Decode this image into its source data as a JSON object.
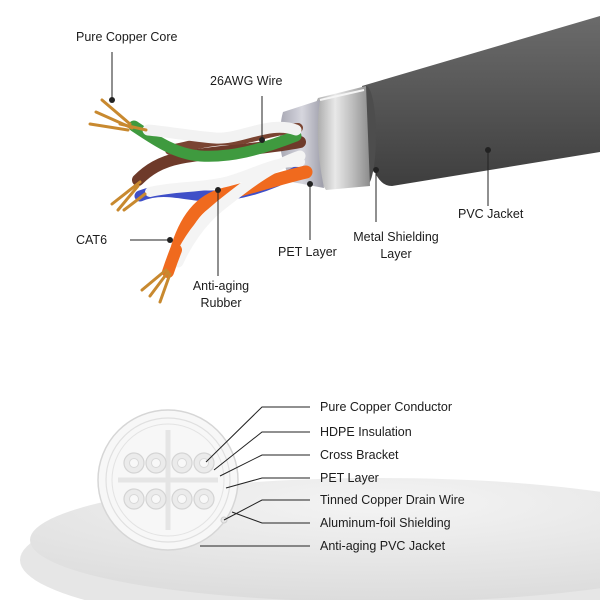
{
  "top_labels": {
    "pure_copper_core": "Pure Copper Core",
    "awg_wire": "26AWG Wire",
    "cat6": "CAT6",
    "anti_aging_rubber_1": "Anti-aging",
    "anti_aging_rubber_2": "Rubber",
    "pet_layer": "PET Layer",
    "metal_shielding_1": "Metal Shielding",
    "metal_shielding_2": "Layer",
    "pvc_jacket": "PVC Jacket"
  },
  "cross_section_labels": [
    "Pure Copper Conductor",
    "HDPE Insulation",
    "Cross Bracket",
    "PET Layer",
    "Tinned Copper Drain Wire",
    "Aluminum-foil Shielding",
    "Anti-aging PVC Jacket"
  ],
  "colors": {
    "jacket": "#5a5a5a",
    "shield": "#c9c9c9",
    "pet": "#b8b8c2",
    "copper": "#c8892f",
    "orange": "#f06a1e",
    "green": "#3f9a3f",
    "blue": "#3f4fc8",
    "brown": "#6e3a2a"
  }
}
